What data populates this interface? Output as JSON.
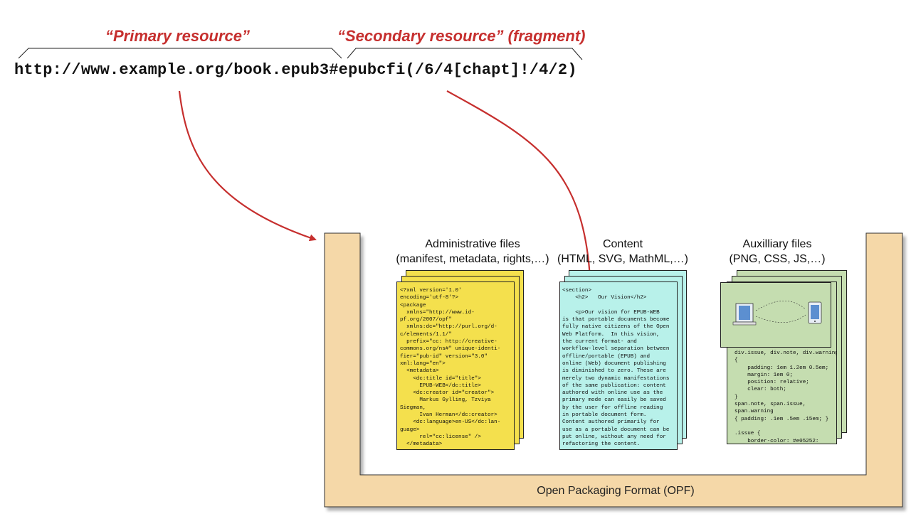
{
  "labels": {
    "primary": "“Primary resource”",
    "secondary": "“Secondary resource” (fragment)"
  },
  "url": "http://www.example.org/book.epub3#epubcfi(/6/4[chapt]!/4/2)",
  "sections": {
    "admin": {
      "title_1": "Administrative files",
      "title_2": "(manifest, metadata, rights,…)"
    },
    "content": {
      "title_1": "Content",
      "title_2": "(HTML, SVG, MathML,…)"
    },
    "aux": {
      "title_1": "Auxilliary files",
      "title_2": "(PNG, CSS, JS,…)"
    }
  },
  "code": {
    "admin": "<?xml version='1.0'\nencoding='utf-8'?>\n<package\n  xmlns=\"http://www.id-\npf.org/2007/opf\"\n  xmlns:dc=\"http://purl.org/d-\nc/elements/1.1/\"\n  prefix=\"cc: http://creative-\ncommons.org/ns#\" unique-identi-\nfier=\"pub-id\" version=\"3.0\"\nxml:lang=\"en\">\n  <metadata>\n    <dc:title id=\"title\">\n      EPUB-WEB</dc:title>\n    <dc:creator id=\"creator\">\n      Markus Gylling, Tzviya\nSiegman,\n      Ivan Herman</dc:creator>\n    <dc:language>en-US</dc:lan-\nguage>\n      rel=\"cc:license\" />\n  </metadata>\n  <manifest>\n    <item href=\"nav.xhtml\"\n      id=\"nav\"",
    "content": "<section>\n    <h2>   Our Vision</h2>\n\n    <p>Our vision for EPUB-WEB\nis that portable documents become\nfully native citizens of the Open\nWeb Platform.  In this vision,\nthe current format- and\nworkflow-level separation between\noffline/portable (EPUB) and\nonline (Web) document publishing\nis diminished to zero. These are\nmerely two dynamic manifestations\nof the same publication: content\nauthored with online use as the\nprimary mode can easily be saved\nby the user for offline reading\nin portable document form.\nContent authored primarily for\nuse as a portable document can be\nput online, without any need for\nrefactoring the content.\nPublishers can choose to utilize\neither or both of these publish-",
    "aux": "div.issue, div.note, div.warning\n{\n    padding: 1em 1.2em 0.5em;\n    margin: 1em 0;\n    position: relative;\n    clear: both;\n}\nspan.note, span.issue,\nspan.warning\n{ padding: .1em .5em .15em; }\n\n.issue {\n    border-color: #e05252;"
  },
  "opf_label": "Open Packaging Format (OPF)",
  "colors": {
    "arrow": "#c62f2e",
    "container": "#f5d8a8",
    "admin": "#f4e04d",
    "content": "#b8f1ea",
    "aux": "#c5ddb0"
  }
}
